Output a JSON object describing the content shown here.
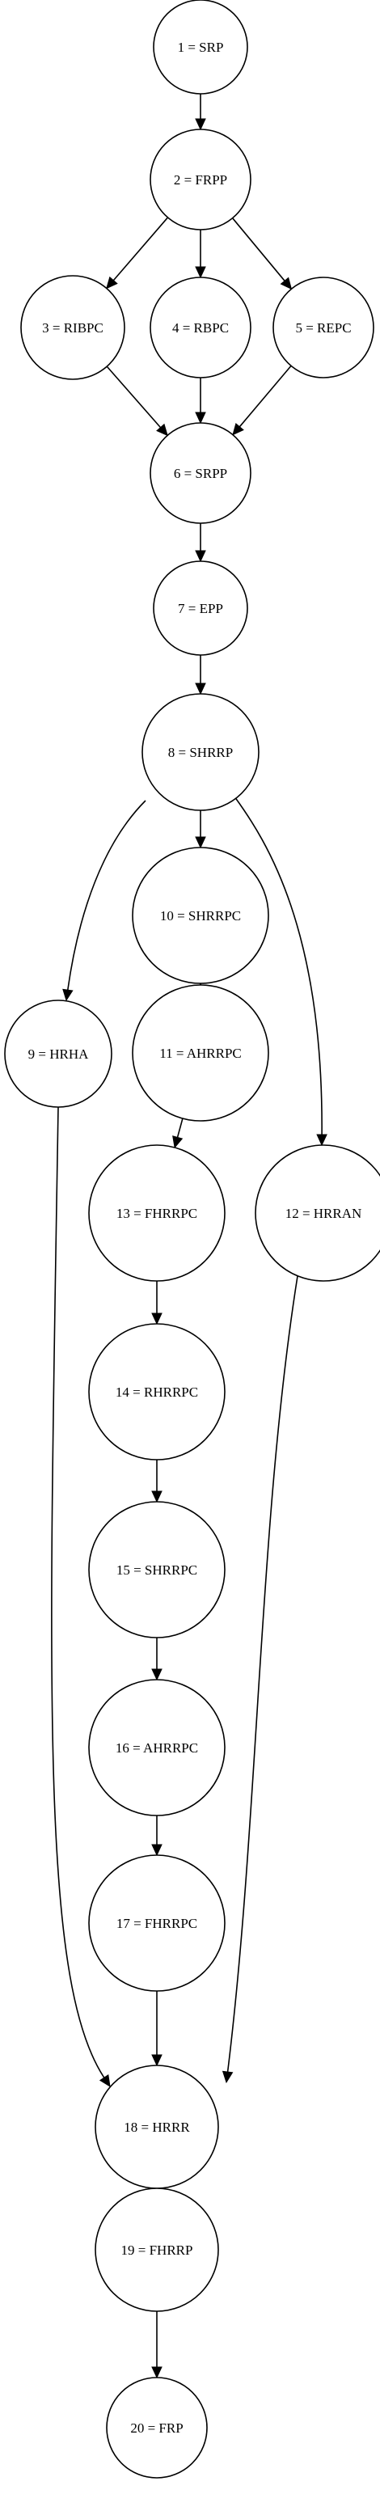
{
  "diagram": {
    "nodes": [
      {
        "id": "1",
        "label": "1 = SRP"
      },
      {
        "id": "2",
        "label": "2 = FRPP"
      },
      {
        "id": "3",
        "label": "3 = RIBPC"
      },
      {
        "id": "4",
        "label": "4 = RBPC"
      },
      {
        "id": "5",
        "label": "5 = REPC"
      },
      {
        "id": "6",
        "label": "6 = SRPP"
      },
      {
        "id": "7",
        "label": "7 = EPP"
      },
      {
        "id": "8",
        "label": "8 = SHRRP"
      },
      {
        "id": "9",
        "label": "9 = HRHA"
      },
      {
        "id": "10",
        "label": "10 = SHRRPC"
      },
      {
        "id": "11",
        "label": "11 = AHRRPC"
      },
      {
        "id": "12",
        "label": "12 = HRRAN"
      },
      {
        "id": "13",
        "label": "13 = FHRRPC"
      },
      {
        "id": "14",
        "label": "14 = RHRRPC"
      },
      {
        "id": "15",
        "label": "15 = SHRRPC"
      },
      {
        "id": "16",
        "label": "16 = AHRRPC"
      },
      {
        "id": "17",
        "label": "17 = FHRRPC"
      },
      {
        "id": "18",
        "label": "18 = HRRR"
      },
      {
        "id": "19",
        "label": "19 = FHRRP"
      },
      {
        "id": "20",
        "label": "20 = FRP"
      }
    ],
    "edges": [
      {
        "from": "1",
        "to": "2"
      },
      {
        "from": "2",
        "to": "3"
      },
      {
        "from": "2",
        "to": "4"
      },
      {
        "from": "2",
        "to": "5"
      },
      {
        "from": "3",
        "to": "6"
      },
      {
        "from": "4",
        "to": "6"
      },
      {
        "from": "5",
        "to": "6"
      },
      {
        "from": "6",
        "to": "7"
      },
      {
        "from": "7",
        "to": "8"
      },
      {
        "from": "8",
        "to": "9"
      },
      {
        "from": "8",
        "to": "10"
      },
      {
        "from": "8",
        "to": "12"
      },
      {
        "from": "10",
        "to": "11"
      },
      {
        "from": "11",
        "to": "13"
      },
      {
        "from": "13",
        "to": "14"
      },
      {
        "from": "14",
        "to": "15"
      },
      {
        "from": "15",
        "to": "16"
      },
      {
        "from": "16",
        "to": "17"
      },
      {
        "from": "9",
        "to": "18"
      },
      {
        "from": "17",
        "to": "18"
      },
      {
        "from": "12",
        "to": "18"
      },
      {
        "from": "18",
        "to": "19"
      },
      {
        "from": "19",
        "to": "20"
      }
    ]
  }
}
